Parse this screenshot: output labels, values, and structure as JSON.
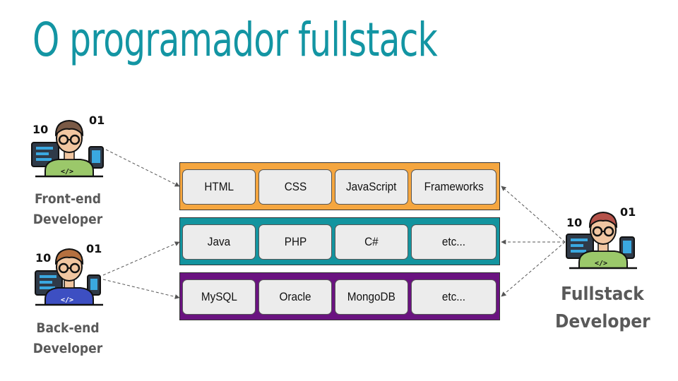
{
  "title": "O programador fullstack",
  "colors": {
    "title": "#1395a3",
    "front_layer": "#f5a63f",
    "middle_layer": "#13949f",
    "data_layer": "#6a1380",
    "chip": "#ececec",
    "label": "#595959"
  },
  "layers": {
    "front": [
      "HTML",
      "CSS",
      "JavaScript",
      "Frameworks"
    ],
    "middle": [
      "Java",
      "PHP",
      "C#",
      "etc..."
    ],
    "data": [
      "MySQL",
      "Oracle",
      "MongoDB",
      "etc..."
    ]
  },
  "developers": {
    "front": {
      "line1": "Front-end",
      "line2": "Developer",
      "bits_left": "10",
      "bits_right": "01",
      "code_tag": "</>"
    },
    "back": {
      "line1": "Back-end",
      "line2": "Developer",
      "bits_left": "10",
      "bits_right": "01",
      "code_tag": "</>"
    },
    "full": {
      "line1": "Fullstack",
      "line2": "Developer",
      "bits_left": "10",
      "bits_right": "01",
      "code_tag": "</>"
    }
  }
}
